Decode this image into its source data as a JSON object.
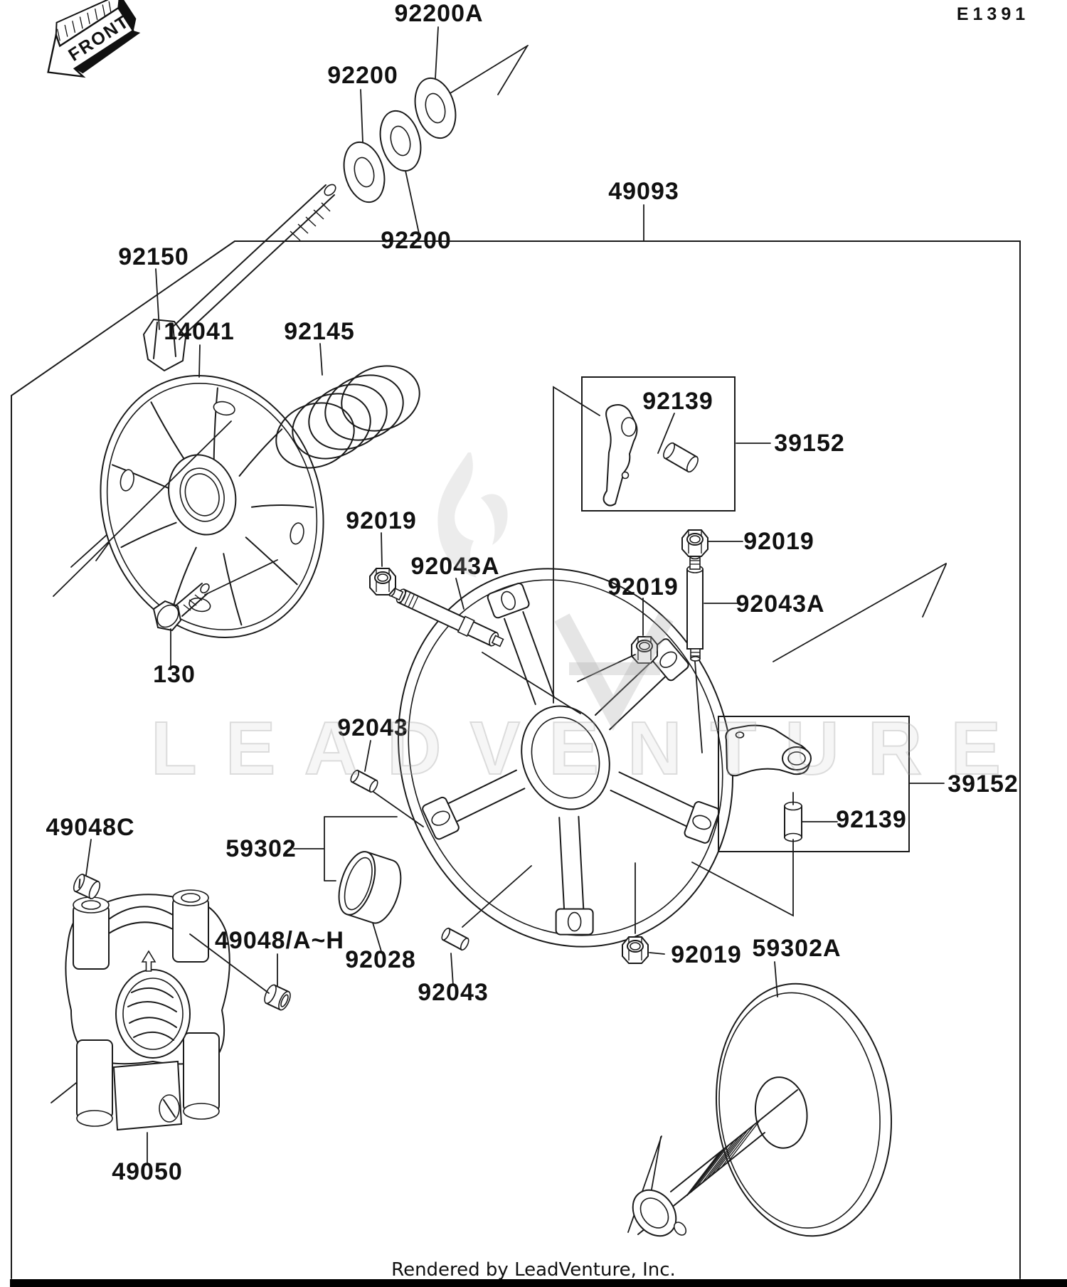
{
  "page": {
    "sheet_code": "E1391",
    "front_marker": "FRONT",
    "footer": "Rendered by LeadVenture, Inc.",
    "watermark_text": "LEADVENTURE"
  },
  "colors": {
    "line": "#1a1a1a",
    "background": "#ffffff",
    "footer_bar": "#000000",
    "watermark": "#c8c8c8"
  },
  "part_labels": {
    "washer_92200a": "92200A",
    "washer_92200_top": "92200",
    "washer_92200_bottom": "92200",
    "bolt_92150": "92150",
    "assy_49093": "49093",
    "cover_14041": "14041",
    "spring_92145": "92145",
    "nut_92019_left": "92019",
    "stud_92043a_left": "92043A",
    "bolt_130": "130",
    "box_39152_top": "39152",
    "roller_92139_top": "92139",
    "nut_92019_right": "92019",
    "nut_92019_mid": "92019",
    "stud_92043a_right": "92043A",
    "pin_92043_upper": "92043",
    "sheave_59302": "59302",
    "bushing_92028": "92028",
    "pin_92043_lower": "92043",
    "nut_92019_bottom": "92019",
    "sheave_59302a": "59302A",
    "box_39152_right": "39152",
    "roller_92139_right": "92139",
    "plug_49048c": "49048C",
    "plug_49048ah": "49048/A~H",
    "hub_49050": "49050"
  }
}
